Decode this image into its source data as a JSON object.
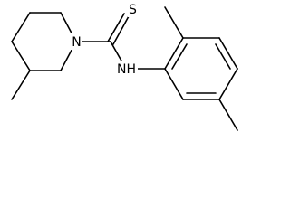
{
  "molecule": {
    "atom_labels": {
      "nitrogen_ring": "N",
      "sulfur": "S",
      "amine": "NH"
    }
  }
}
